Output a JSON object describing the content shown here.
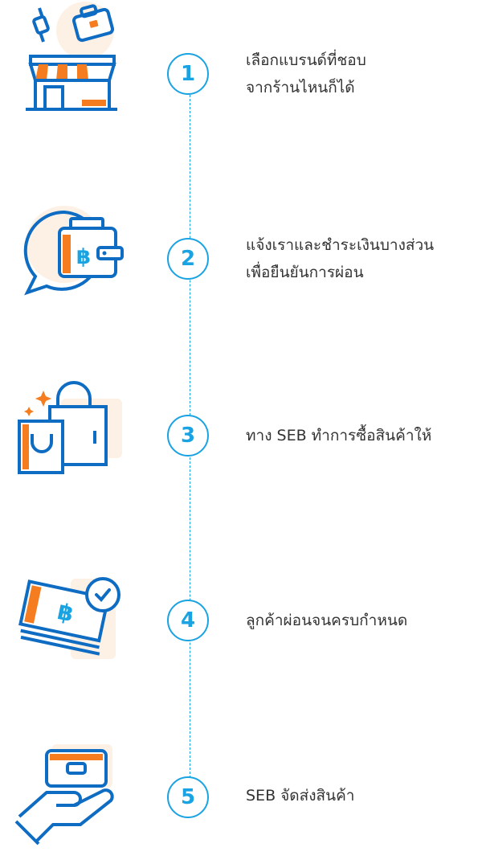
{
  "colors": {
    "accent": "#1aa3e3",
    "brand_blue": "#0f6cc3",
    "orange": "#f57c1f",
    "peach": "#fdf1e6",
    "text": "#333333"
  },
  "steps": [
    {
      "number": "1",
      "icon": "shop-icon",
      "lines": [
        "เลือกแบรนด์ที่ชอบ",
        "จากร้านไหนก็ได้"
      ]
    },
    {
      "number": "2",
      "icon": "wallet-chat-icon",
      "lines": [
        "แจ้งเราและชำระเงินบางส่วน",
        "เพื่อยืนยันการผ่อน"
      ]
    },
    {
      "number": "3",
      "icon": "shopping-bags-icon",
      "lines": [
        "ทาง SEB ทำการซื้อสินค้าให้"
      ]
    },
    {
      "number": "4",
      "icon": "banknotes-clock-icon",
      "lines": [
        "ลูกค้าผ่อนจนครบกำหนด"
      ]
    },
    {
      "number": "5",
      "icon": "hand-bag-icon",
      "lines": [
        "SEB จัดส่งสินค้า"
      ]
    }
  ]
}
